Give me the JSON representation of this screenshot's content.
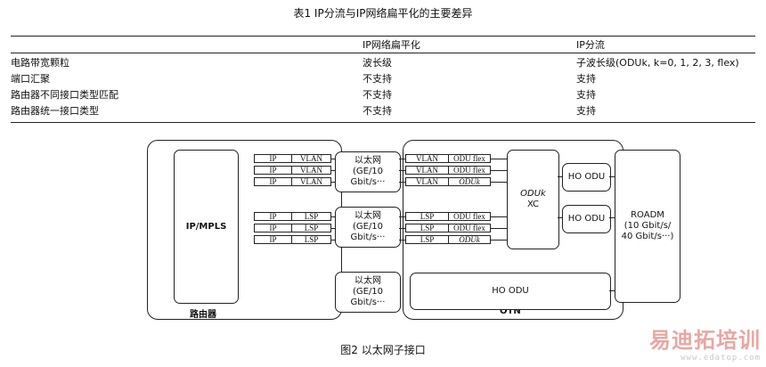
{
  "table": {
    "title": "表1  IP分流与IP网络扁平化的主要差异",
    "headers": [
      "",
      "IP网络扁平化",
      "IP分流"
    ],
    "rows": [
      [
        "电路带宽颗粒",
        "波长级",
        "子波长级(ODUk, k=0, 1, 2, 3, flex)"
      ],
      [
        "端口汇聚",
        "不支持",
        "支持"
      ],
      [
        "路由器不同接口类型匹配",
        "不支持",
        "支持"
      ],
      [
        "路由器统一接口类型",
        "不支持",
        "支持"
      ]
    ]
  },
  "diagram": {
    "router_label": "路由器",
    "otn_label": "OTN",
    "ip_mpls": "IP/MPLS",
    "ethernet_title": "以太网",
    "ethernet_rate": "(GE/10 Gbit/s···",
    "odu_xc_line1": "ODUk",
    "odu_xc_line2": "XC",
    "ho_odu": "HO ODU",
    "roadm_line1": "ROADM",
    "roadm_line2": "(10 Gbit/s/",
    "roadm_line3": "40 Gbit/s···)",
    "group1": {
      "left": [
        [
          "IP",
          "VLAN"
        ],
        [
          "IP",
          "VLAN"
        ],
        [
          "IP",
          "VLAN"
        ]
      ],
      "right": [
        [
          "VLAN",
          "ODU flex"
        ],
        [
          "VLAN",
          "ODU flex"
        ],
        [
          "VLAN",
          "ODUk"
        ]
      ]
    },
    "group2": {
      "left": [
        [
          "IP",
          "LSP"
        ],
        [
          "IP",
          "LSP"
        ],
        [
          "IP",
          "LSP"
        ]
      ],
      "right": [
        [
          "LSP",
          "ODU flex"
        ],
        [
          "LSP",
          "ODU flex"
        ],
        [
          "LSP",
          "ODUk"
        ]
      ]
    }
  },
  "caption": "图2  以太网子接口",
  "watermark": {
    "main": "易迪拓培训",
    "sub": "www.edatop.com"
  }
}
